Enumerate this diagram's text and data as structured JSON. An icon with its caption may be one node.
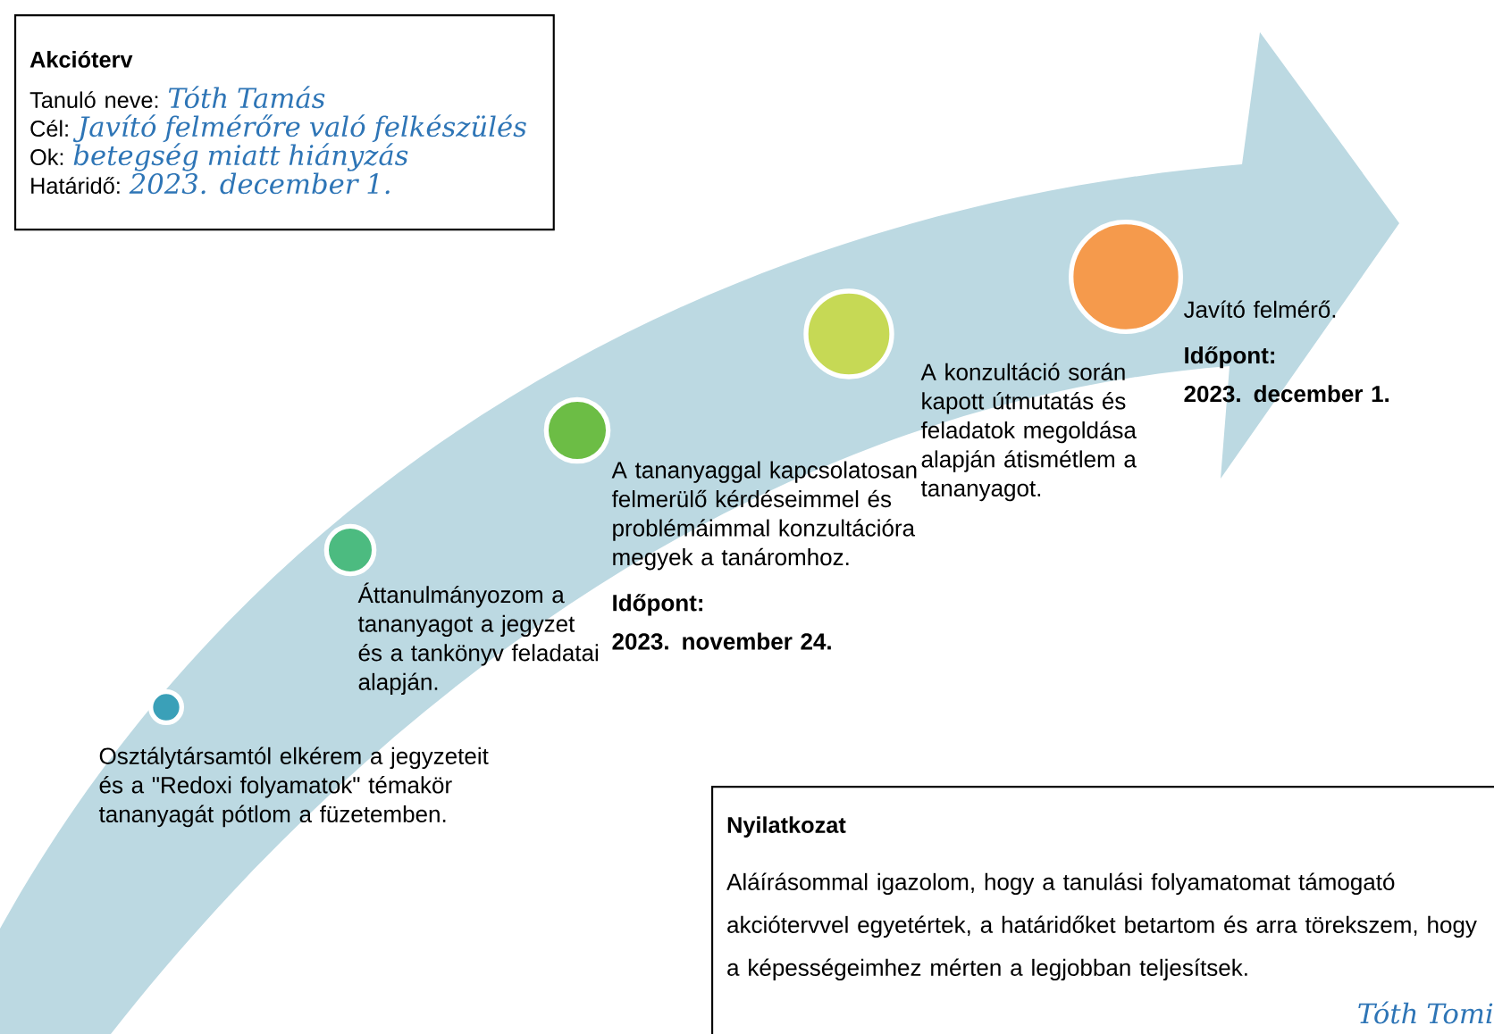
{
  "diagram": {
    "nodes": [
      {
        "text": [
          "Akcióterv",
          "Tanuló neve:",
          "Tóth Tamás",
          "Cél:",
          "Javító felmérőre való felkészülés",
          "Ok:",
          "betegség miatt hiányzás",
          "Határidő:",
          "2023. december 1."
        ]
      },
      {
        "text": [],
        "shape": "circle",
        "beside": [
          "Osztálytársamtól elkérem a jegyzeteit és a \"Redoxi folyamatok\" témakör tananyagát pótlom a füzetemben."
        ]
      },
      {
        "text": [],
        "shape": "circle",
        "beside": [
          "Áttanulmányozom a tananyagot a jegyzet és a tankönyv feladatai alapján."
        ]
      },
      {
        "text": [],
        "shape": "circle",
        "beside": [
          "A tananyaggal kapcsolatosan felmerülő kérdéseimmel és problémáimmal konzultációra megyek a tanáromhoz.",
          "Időpont:",
          "2023. november 24."
        ]
      },
      {
        "text": [],
        "shape": "circle",
        "beside": [
          "A konzultáció során kapott útmutatás és feladatok megoldása alapján átismétlem a tananyagot."
        ]
      },
      {
        "text": [],
        "shape": "circle",
        "beside": [
          "Javító felmérő.",
          "Időpont:",
          "2023. december 1."
        ]
      },
      {
        "text": [
          "Nyilatkozat",
          "Aláírásommal igazolom, hogy a tanulási folyamatomat támogató akciótervvel egyetértek, a határidőket betartom és arra törekszem, hogy a képességeimhez mérten a legjobban teljesítsek.",
          "Tóth Tomi"
        ]
      }
    ],
    "edges": []
  }
}
